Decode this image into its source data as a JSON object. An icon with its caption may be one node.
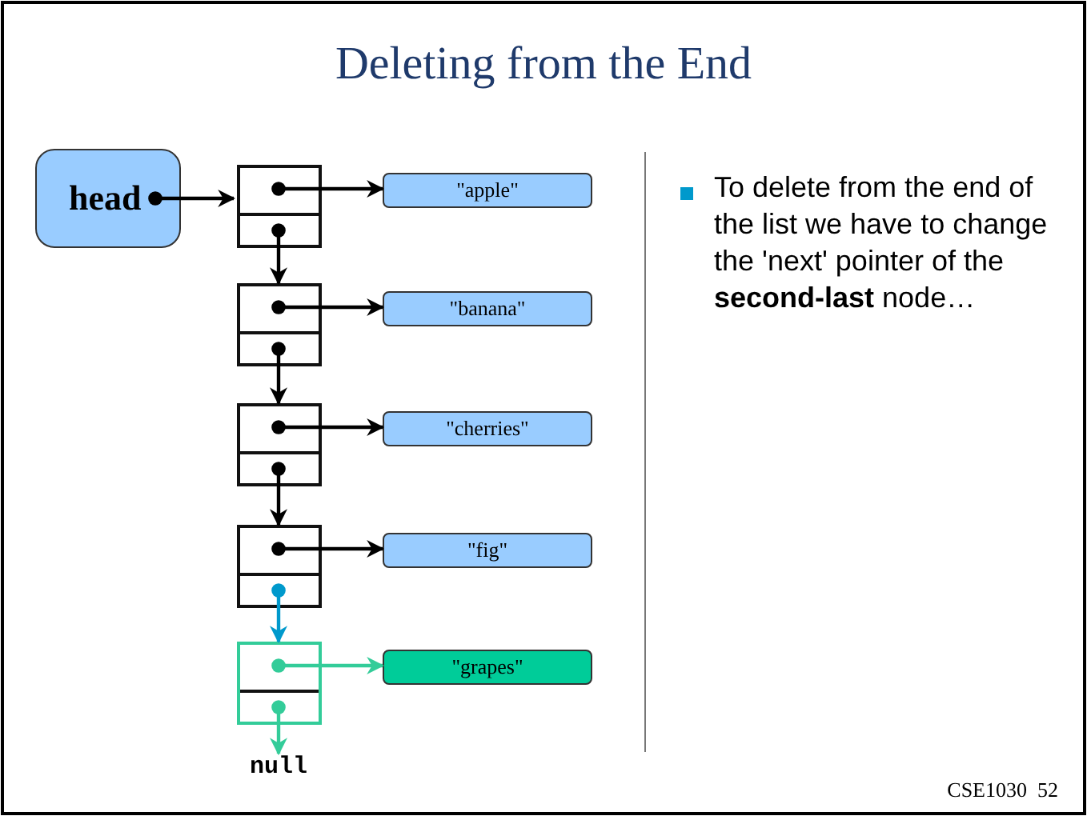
{
  "diagram": {
    "title": "Deleting from the End",
    "nodes": [
      {
        "text": [
          "head"
        ]
      },
      {
        "text": [],
        "shape": "box"
      },
      {
        "text": [
          "\"apple\""
        ]
      },
      {
        "text": [],
        "shape": "box"
      },
      {
        "text": [
          "\"banana\""
        ]
      },
      {
        "text": [],
        "shape": "box"
      },
      {
        "text": [
          "\"cherries\""
        ]
      },
      {
        "text": [],
        "shape": "box"
      },
      {
        "text": [
          "\"fig\""
        ]
      },
      {
        "text": [],
        "shape": "box"
      },
      {
        "text": [
          "\"grapes\""
        ]
      },
      {
        "text": [
          "null"
        ]
      }
    ],
    "edges": [
      {
        "from": 0,
        "to": 1,
        "arrow": "to"
      },
      {
        "from": 1,
        "to": 2,
        "arrow": "to"
      },
      {
        "from": 1,
        "to": 3,
        "arrow": "to"
      },
      {
        "from": 3,
        "to": 4,
        "arrow": "to"
      },
      {
        "from": 3,
        "to": 5,
        "arrow": "to"
      },
      {
        "from": 5,
        "to": 6,
        "arrow": "to"
      },
      {
        "from": 5,
        "to": 7,
        "arrow": "to"
      },
      {
        "from": 7,
        "to": 8,
        "arrow": "to"
      },
      {
        "from": 7,
        "to": 9,
        "arrow": "to",
        "color": "#0099cc"
      },
      {
        "from": 9,
        "to": 10,
        "arrow": "to",
        "color": "#33cc99"
      },
      {
        "from": 9,
        "to": 11,
        "arrow": "to",
        "color": "#33cc99"
      }
    ],
    "labels": [
      "To delete from the end of the list we have to change the 'next' pointer of the **second-last** node…",
      "CSE1030  52"
    ]
  }
}
